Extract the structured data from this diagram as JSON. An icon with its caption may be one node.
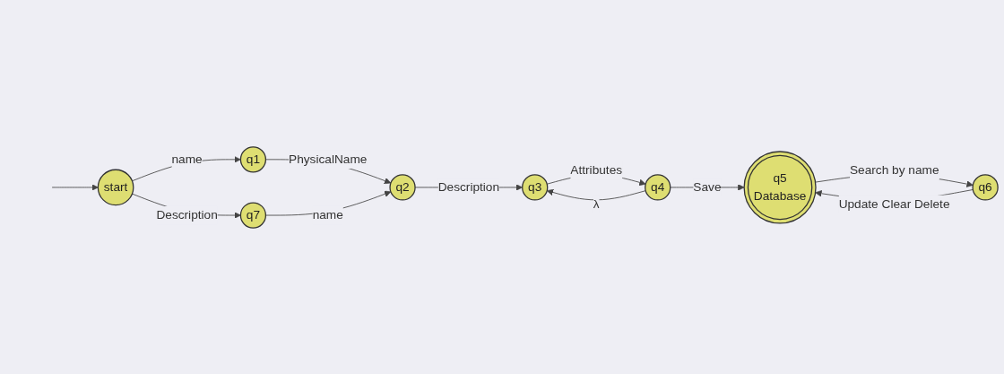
{
  "diagram": {
    "nodes": [
      {
        "text": [
          "start"
        ]
      },
      {
        "text": [
          "q1"
        ]
      },
      {
        "text": [
          "q2"
        ]
      },
      {
        "text": [
          "q3"
        ]
      },
      {
        "text": [
          "q4"
        ]
      },
      {
        "text": [
          "q5",
          "Database"
        ]
      },
      {
        "text": [
          "q6"
        ]
      },
      {
        "text": [
          "q7"
        ]
      }
    ],
    "edges": [
      {
        "from": null,
        "to": 0,
        "arrow": "to"
      },
      {
        "from": 0,
        "to": 1,
        "arrow": "to",
        "label": "name"
      },
      {
        "from": 0,
        "to": 7,
        "arrow": "to",
        "label": "Description"
      },
      {
        "from": 1,
        "to": 2,
        "arrow": "to",
        "label": "PhysicalName"
      },
      {
        "from": 7,
        "to": 2,
        "arrow": "to",
        "label": "name"
      },
      {
        "from": 2,
        "to": 3,
        "arrow": "to",
        "label": "Description"
      },
      {
        "from": 3,
        "to": 4,
        "arrow": "to",
        "label": "Attributes"
      },
      {
        "from": 4,
        "to": 3,
        "arrow": "to",
        "label": "λ"
      },
      {
        "from": 4,
        "to": 5,
        "arrow": "to",
        "label": "Save"
      },
      {
        "from": 6,
        "to": 5,
        "arrow": "to",
        "label": "Update Clear Delete"
      },
      {
        "from": 5,
        "to": 6,
        "arrow": "to",
        "label": "Search by name"
      }
    ]
  }
}
